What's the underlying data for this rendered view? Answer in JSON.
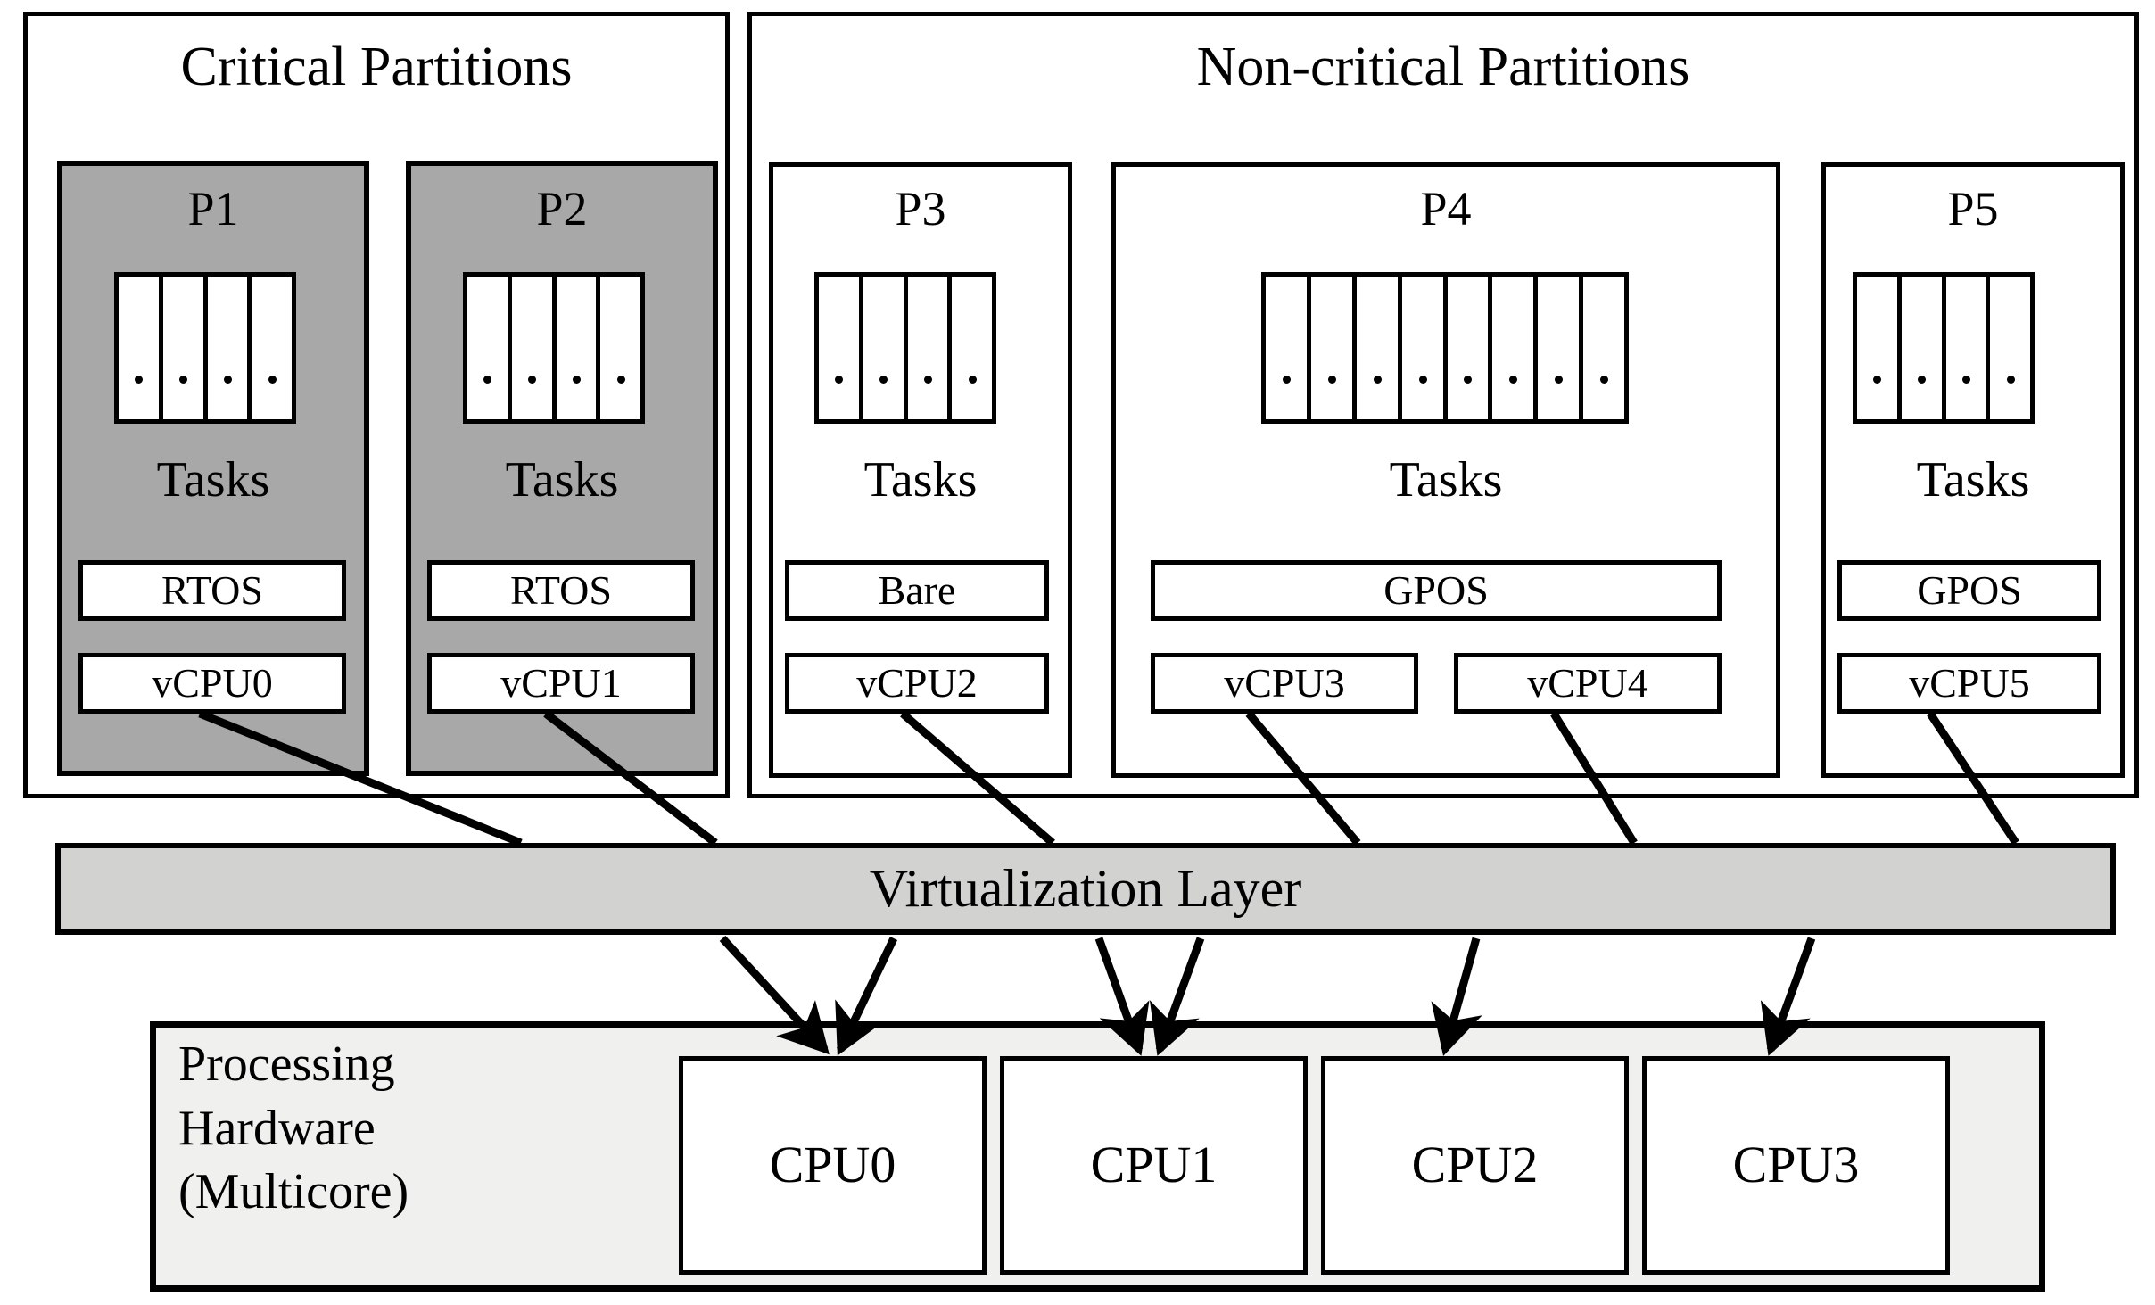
{
  "diagram": {
    "title_critical": "Critical Partitions",
    "title_noncritical": "Non-critical Partitions",
    "tasks_label": "Tasks",
    "virtualization_layer": "Virtualization Layer",
    "processing_hardware": "Processing\nHardware\n(Multicore)"
  },
  "colors": {
    "critical_partition_fill": "#a8a8a8",
    "noncritical_partition_fill": "#ffffff",
    "virtualization_layer_fill": "#d2d2d0",
    "hardware_fill": "#f0f0ee",
    "stroke": "#000000",
    "page_background": "#ffffff"
  },
  "critical_partitions": [
    {
      "id": "P1",
      "name": "P1",
      "tasks_label": "Tasks",
      "task_count": 4,
      "os": "RTOS",
      "vcpus": [
        "vCPU0"
      ]
    },
    {
      "id": "P2",
      "name": "P2",
      "tasks_label": "Tasks",
      "task_count": 4,
      "os": "RTOS",
      "vcpus": [
        "vCPU1"
      ]
    }
  ],
  "noncritical_partitions": [
    {
      "id": "P3",
      "name": "P3",
      "tasks_label": "Tasks",
      "task_count": 4,
      "os": "Bare",
      "vcpus": [
        "vCPU2"
      ]
    },
    {
      "id": "P4",
      "name": "P4",
      "tasks_label": "Tasks",
      "task_count": 8,
      "os": "GPOS",
      "vcpus": [
        "vCPU3",
        "vCPU4"
      ]
    },
    {
      "id": "P5",
      "name": "P5",
      "tasks_label": "Tasks",
      "task_count": 4,
      "os": "GPOS",
      "vcpus": [
        "vCPU5"
      ]
    }
  ],
  "cpus": [
    {
      "name": "CPU0"
    },
    {
      "name": "CPU1"
    },
    {
      "name": "CPU2"
    },
    {
      "name": "CPU3"
    }
  ],
  "mappings": [
    {
      "vcpu": "vCPU0",
      "cpu": "CPU0"
    },
    {
      "vcpu": "vCPU1",
      "cpu": "CPU0"
    },
    {
      "vcpu": "vCPU2",
      "cpu": "CPU1"
    },
    {
      "vcpu": "vCPU3",
      "cpu": "CPU1"
    },
    {
      "vcpu": "vCPU4",
      "cpu": "CPU2"
    },
    {
      "vcpu": "vCPU5",
      "cpu": "CPU3"
    }
  ]
}
